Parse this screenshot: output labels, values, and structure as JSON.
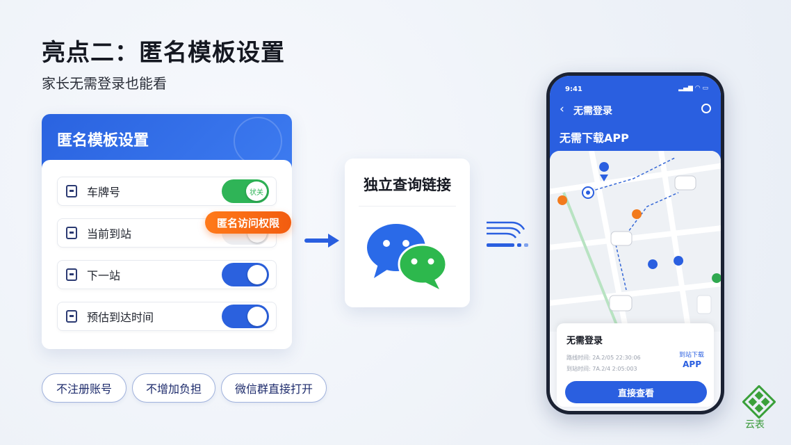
{
  "header": {
    "title": "亮点二：匿名模板设置",
    "subtitle": "家长无需登录也能看"
  },
  "settings_card": {
    "title": "匿名模板设置",
    "rows": [
      {
        "label": "车牌号",
        "toggle": "on-green",
        "toggle_text": "状关"
      },
      {
        "label": "当前到站",
        "toggle": "off"
      },
      {
        "label": "下一站",
        "toggle": "on-blue"
      },
      {
        "label": "预估到达时间",
        "toggle": "on-blue"
      }
    ],
    "badge": "匿名访问权限"
  },
  "pills": [
    "不注册账号",
    "不增加负担",
    "微信群直接打开"
  ],
  "link_card": {
    "title": "独立查询链接"
  },
  "phone": {
    "time": "9:41",
    "nav_title": "无需登录",
    "hero": "无需下载APP",
    "sheet": {
      "title": "无需登录",
      "line1": "路线时间: 2A.2/05 22:30:06",
      "line2": "到站时间: 7A.2/4 2:05:003",
      "download_line1": "到站下载",
      "download_line2": "APP",
      "button": "直接查看"
    }
  },
  "logo": {
    "text": "云表"
  },
  "colors": {
    "primary_blue": "#2a5fe0",
    "orange": "#f25c0f",
    "green": "#2fb457",
    "wechat_green": "#2db84d"
  }
}
